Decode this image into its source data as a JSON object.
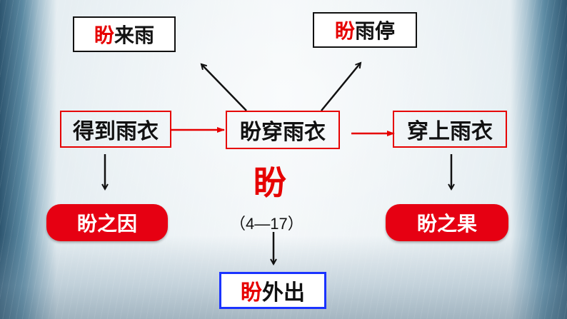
{
  "top_left": {
    "highlight": "盼",
    "rest": "来雨"
  },
  "top_right": {
    "highlight": "盼",
    "rest": "雨停"
  },
  "left_box": {
    "text": "得到雨衣"
  },
  "center_box": {
    "text": "盼穿雨衣"
  },
  "right_box": {
    "text": "穿上雨衣"
  },
  "center_char": "盼",
  "range": "（4—17）",
  "cause_pill": "盼之因",
  "effect_pill": "盼之果",
  "bottom_box": {
    "highlight": "盼",
    "rest": "外出"
  },
  "colors": {
    "red": "#e60000",
    "blue": "#1a33ff",
    "pill": "#e60012"
  }
}
